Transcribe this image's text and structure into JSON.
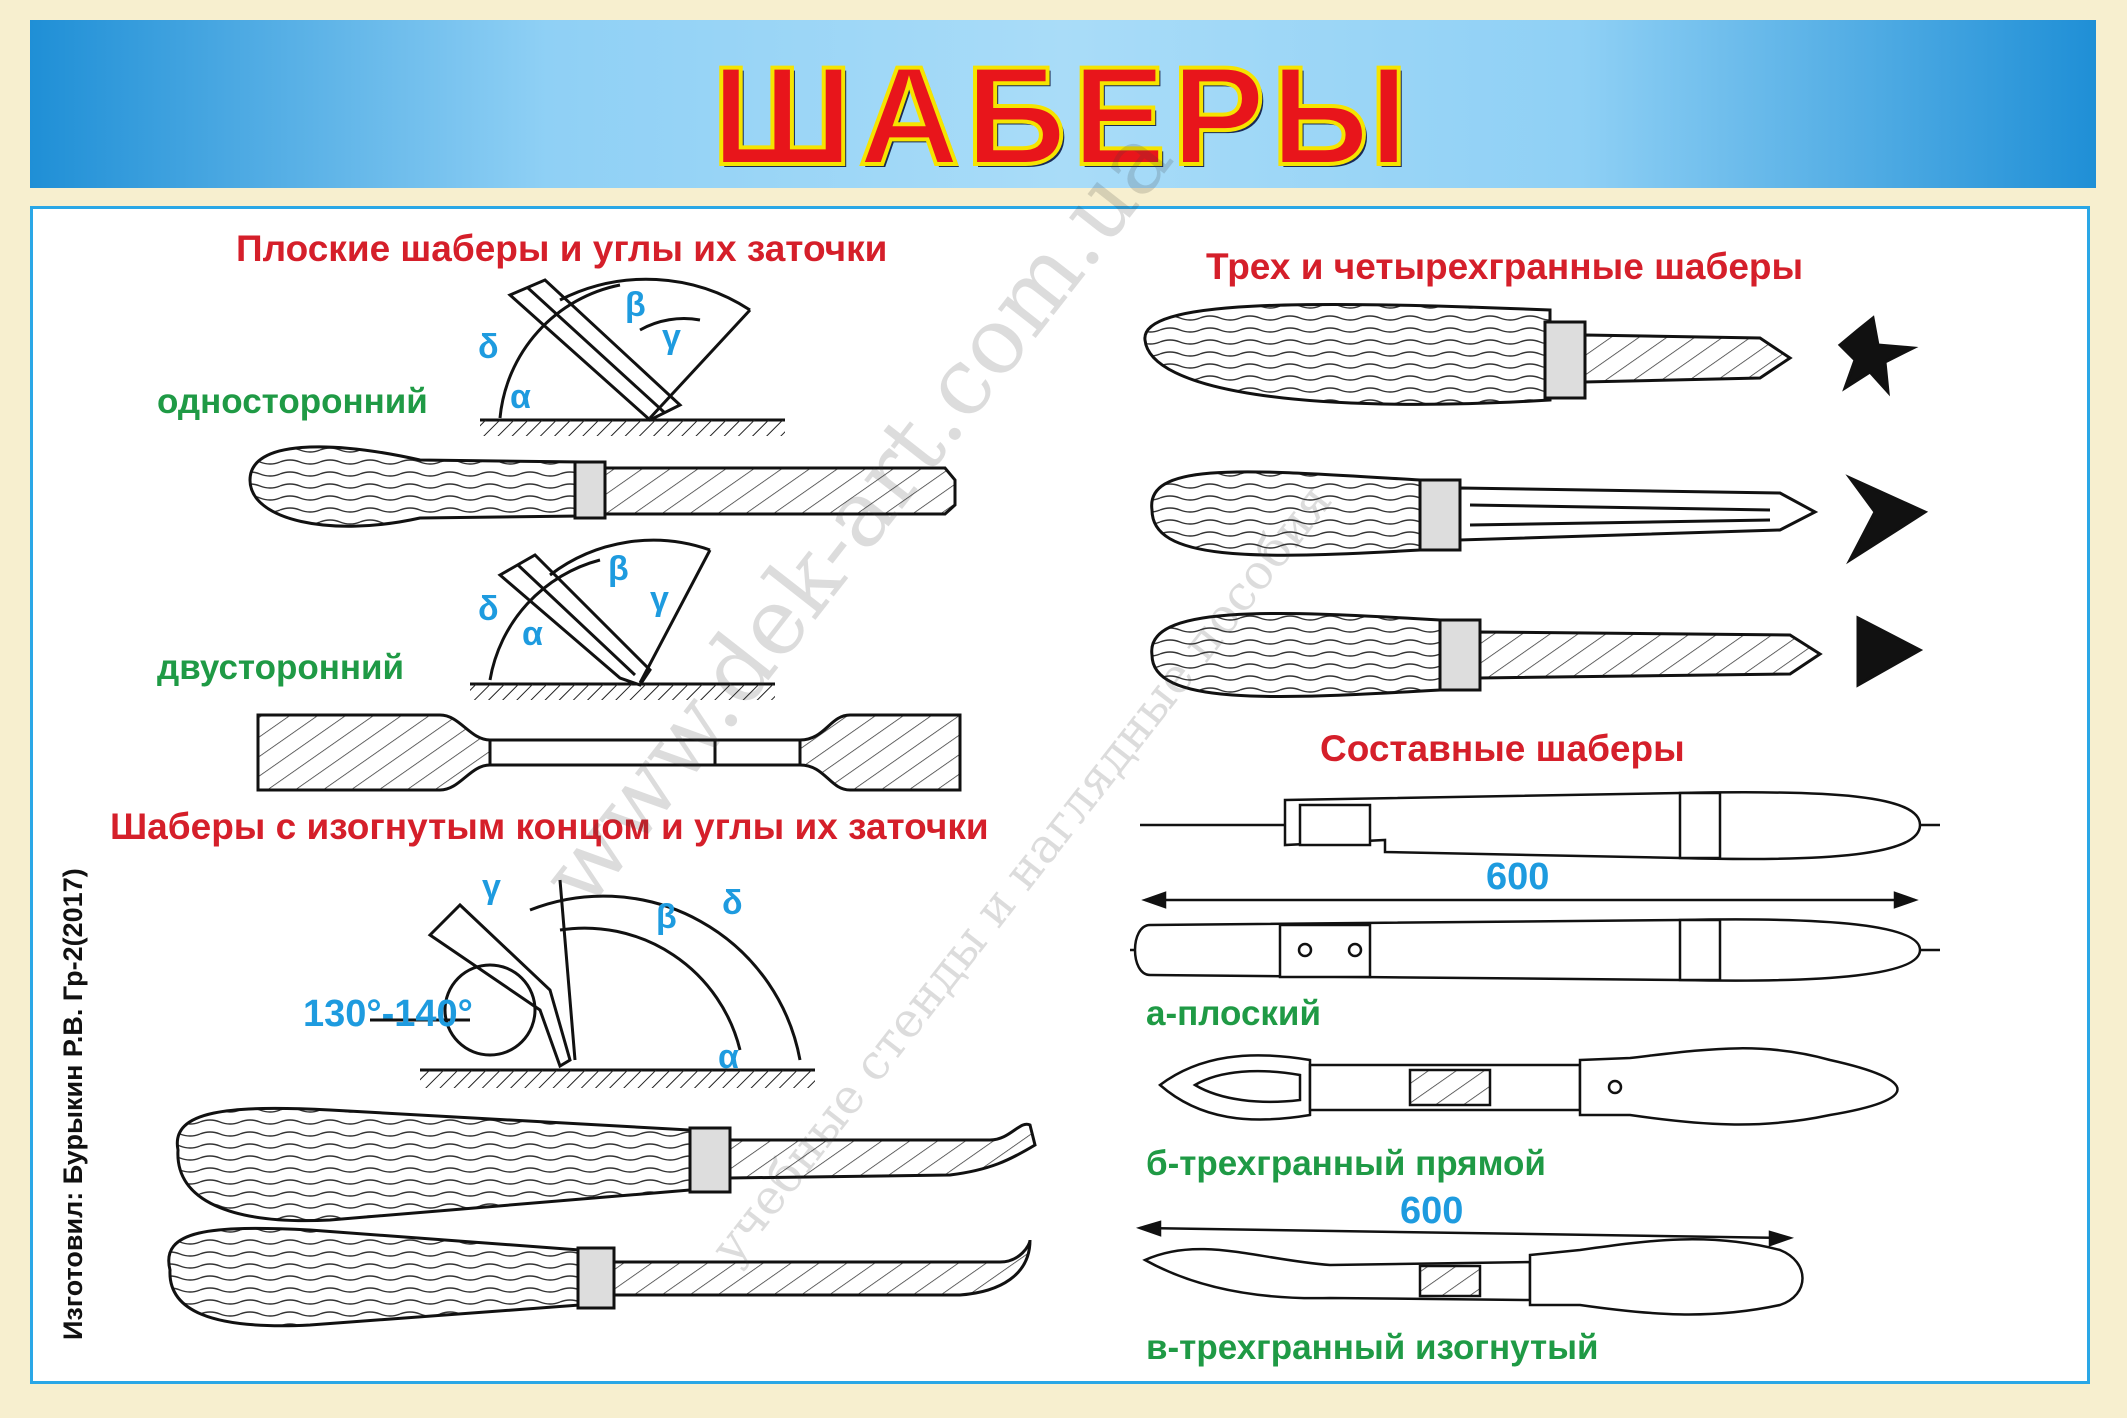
{
  "title": "ШАБЕРЫ",
  "sections": {
    "flat": {
      "heading": "Плоские шаберы и углы их заточки",
      "single_label": "односторонний",
      "double_label": "двусторонний"
    },
    "bent": {
      "heading": "Шаберы с изогнутым концом и углы их заточки",
      "angle_range": "130°-140°"
    },
    "faceted": {
      "heading": "Трех и четырехгранные шаберы"
    },
    "composite": {
      "heading": "Составные шаберы",
      "dimension_1": "600",
      "dimension_2": "600",
      "label_a": "а-плоский",
      "label_b": "б-трехгранный прямой",
      "label_c": "в-трехгранный изогнутый"
    }
  },
  "angles": {
    "alpha": "α",
    "beta": "β",
    "gamma": "γ",
    "delta": "δ"
  },
  "author": "Изготовил: Бурыкин Р.В. Гр-2(2017)",
  "watermark": {
    "url": "www.dek-art.com.ua",
    "caption": "учебные стенды и наглядные пособия"
  },
  "colors": {
    "header_blue": "#1f8fd6",
    "title_red": "#e8151b",
    "title_outline": "#f5e400",
    "heading_red": "#d51f2a",
    "label_green": "#1f9a45",
    "angle_blue": "#1e9bdf",
    "border_blue": "#2aa7e6",
    "background": "#f7efcf"
  }
}
